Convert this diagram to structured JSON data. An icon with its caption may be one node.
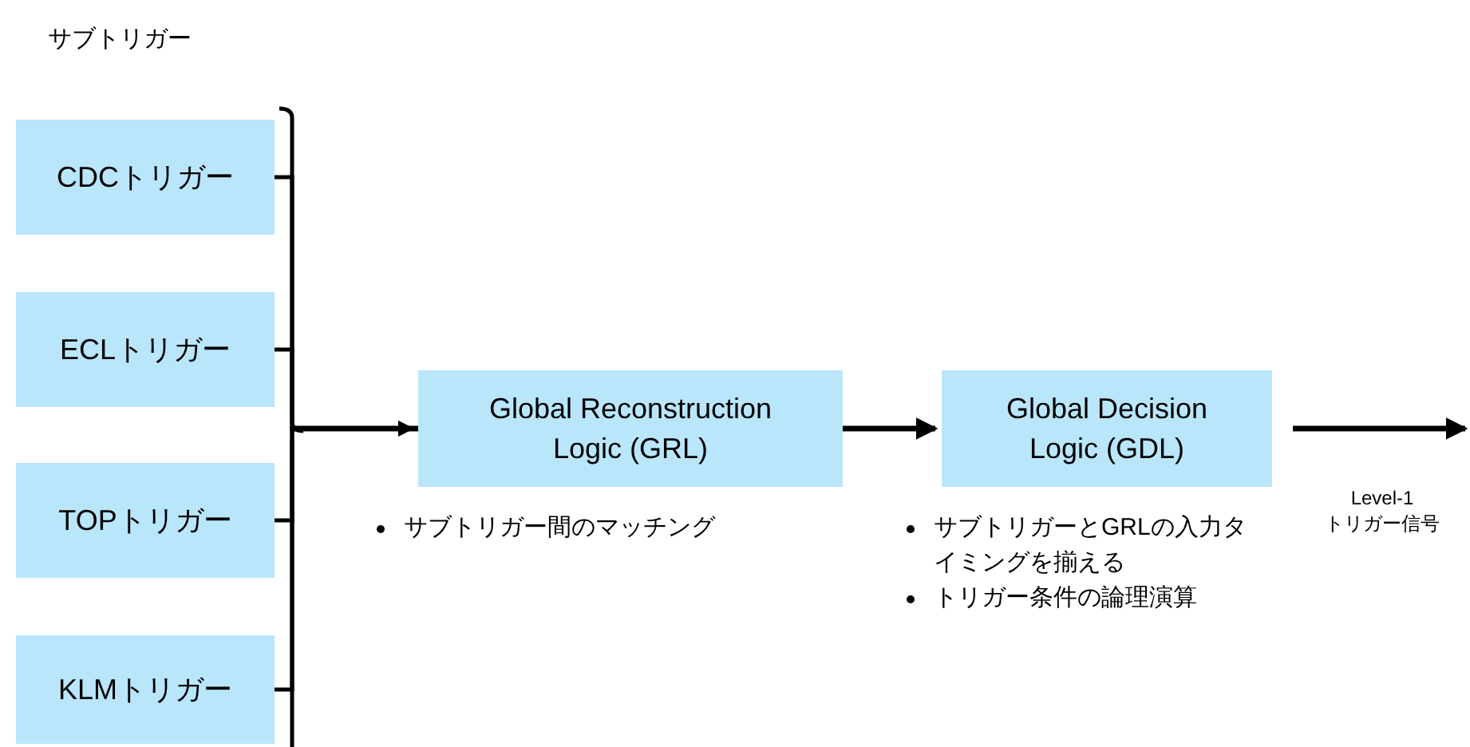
{
  "diagram": {
    "title": "サブトリガー",
    "nodes": [
      {
        "text": [
          "CDCトリガー"
        ]
      },
      {
        "text": [
          "ECLトリガー"
        ]
      },
      {
        "text": [
          "TOPトリガー"
        ]
      },
      {
        "text": [
          "KLMトリガー"
        ]
      },
      {
        "text": [
          "Global Reconstruction Logic (GRL)"
        ],
        "beside": [
          "サブトリガー間のマッチング"
        ]
      },
      {
        "text": [
          "Global Decision Logic (GDL)"
        ],
        "beside": [
          "サブトリガーとGRLの入力タイミングを揃える",
          "トリガー条件の論理演算"
        ]
      }
    ],
    "edges": [
      {
        "from": 0,
        "to": 4,
        "arrow": "to"
      },
      {
        "from": 1,
        "to": 4,
        "arrow": "to"
      },
      {
        "from": 2,
        "to": 4,
        "arrow": "to"
      },
      {
        "from": 3,
        "to": 4,
        "arrow": "to"
      },
      {
        "from": 4,
        "to": 5,
        "arrow": "to"
      },
      {
        "from": 5,
        "to": null,
        "arrow": "to",
        "label": "Level-1 トリガー信号"
      }
    ]
  }
}
